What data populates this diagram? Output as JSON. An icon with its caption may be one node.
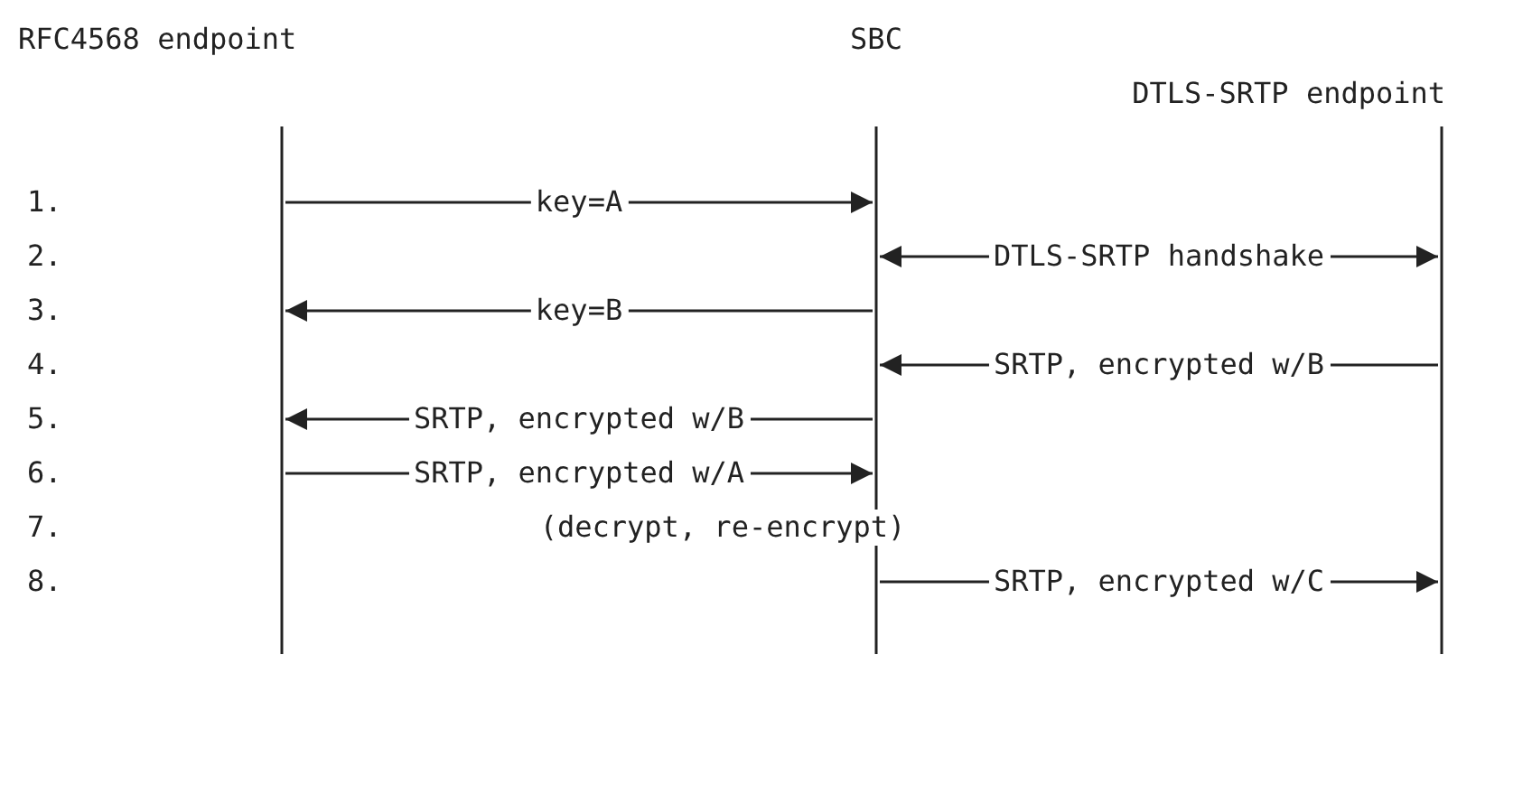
{
  "diagram": {
    "nodes": [
      {
        "text": [
          "RFC4568 endpoint"
        ]
      },
      {
        "text": [
          "SBC"
        ]
      },
      {
        "text": [
          "DTLS-SRTP endpoint"
        ]
      }
    ],
    "edges": [
      {
        "from": 0,
        "to": 1,
        "arrow": "to",
        "label": "key=A"
      },
      {
        "from": 1,
        "to": 2,
        "arrow": "both",
        "label": "DTLS-SRTP handshake"
      },
      {
        "from": 1,
        "to": 0,
        "arrow": "to",
        "label": "key=B"
      },
      {
        "from": 2,
        "to": 1,
        "arrow": "to",
        "label": "SRTP, encrypted w/B"
      },
      {
        "from": 1,
        "to": 0,
        "arrow": "to",
        "label": "SRTP, encrypted w/B"
      },
      {
        "from": 0,
        "to": 1,
        "arrow": "to",
        "label": "SRTP, encrypted w/A"
      },
      {
        "from": 1,
        "to": 2,
        "arrow": "to",
        "label": "SRTP, encrypted w/C"
      }
    ],
    "labels": [
      "1.",
      "2.",
      "3.",
      "4.",
      "5.",
      "6.",
      "7.",
      "(decrypt, re-encrypt)",
      "8."
    ]
  }
}
